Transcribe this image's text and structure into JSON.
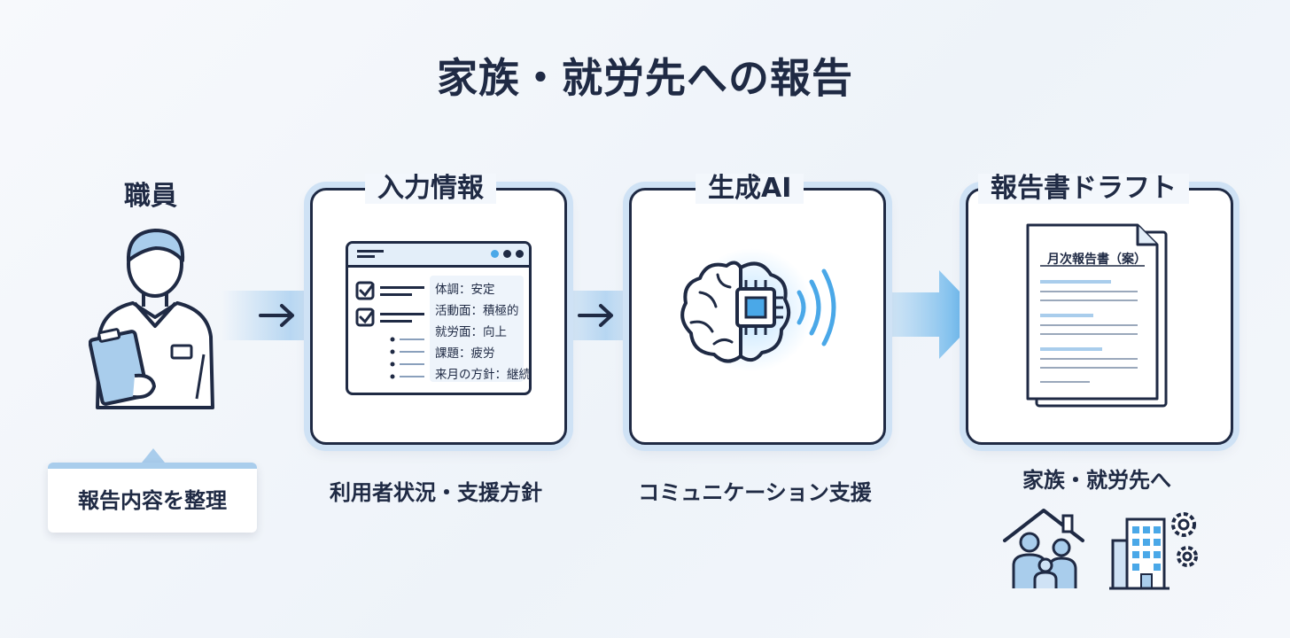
{
  "title": "家族・就労先への報告",
  "staff": {
    "label": "職員",
    "note": "報告内容を整理"
  },
  "steps": [
    {
      "title": "入力情報",
      "caption": "利用者状況・支援方針"
    },
    {
      "title": "生成AI",
      "caption": "コミュニケーション支援"
    },
    {
      "title": "報告書ドラフト",
      "caption": "家族・就労先へ"
    }
  ],
  "form_items": [
    "体調：安定",
    "活動面：積極的",
    "就労面：向上",
    "課題：疲労",
    "来月の方針：継続"
  ],
  "report_doc_title": "月次報告書（案）",
  "colors": {
    "navy": "#1f2a44",
    "accent_blue": "#4aa8e8",
    "light_blue": "#cfe2f5",
    "fill_blue": "#a9cdec"
  },
  "icons": [
    "staff-person-icon",
    "clipboard-icon",
    "checkbox-icon",
    "brain-icon",
    "chip-icon",
    "signal-waves-icon",
    "document-icon",
    "house-family-icon",
    "office-building-icon",
    "gear-icon",
    "arrow-right-icon"
  ]
}
